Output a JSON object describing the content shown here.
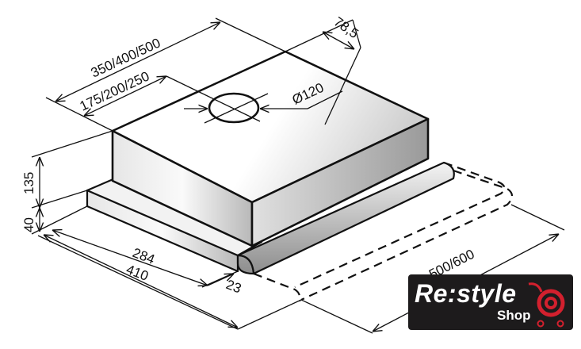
{
  "dimensions": {
    "length_total": "350/400/500",
    "length_to_outlet": "175/200/250",
    "outlet_offset": "78,5",
    "outlet_diameter": "Ø120",
    "height_body": "135",
    "height_tray": "40",
    "depth_body": "284",
    "depth_total": "410",
    "front_lip": "23",
    "width_extended": "500/600"
  },
  "logo": {
    "main": "Re:style",
    "sub": "Shop"
  },
  "colors": {
    "line": "#111111",
    "logo_bg": "#1d1b1c",
    "logo_accent": "#d3202e"
  }
}
